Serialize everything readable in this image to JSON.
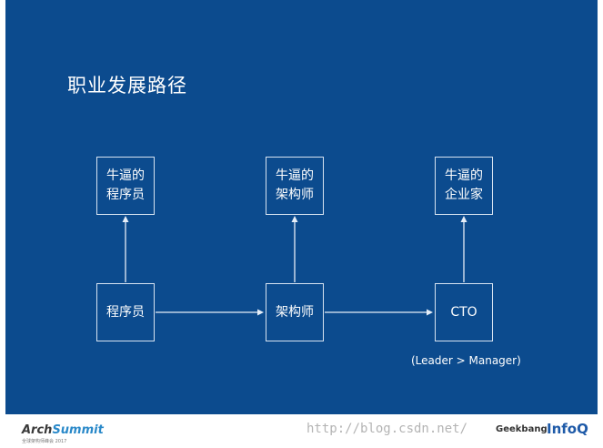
{
  "slide": {
    "title": "职业发展路径",
    "note": "(Leader > Manager)"
  },
  "boxes": {
    "top_programmer": [
      "牛逼的",
      "程序员"
    ],
    "top_architect": [
      "牛逼的",
      "架构师"
    ],
    "top_entrepreneur": [
      "牛逼的",
      "企业家"
    ],
    "programmer": "程序员",
    "architect": "架构师",
    "cto": "CTO"
  },
  "footer": {
    "arch_logo_prefix": "Arch",
    "arch_logo_highlight": "Summit",
    "arch_logo_sub": "全球架构师峰会 2017",
    "watermark": "http://blog.csdn.net/",
    "geek_logo": "Geekbang",
    "infoq_logo": "InfoQ"
  },
  "colors": {
    "slide_background": "#0c4b8e",
    "box_border": "#d7e3f1",
    "text": "#ffffff"
  }
}
